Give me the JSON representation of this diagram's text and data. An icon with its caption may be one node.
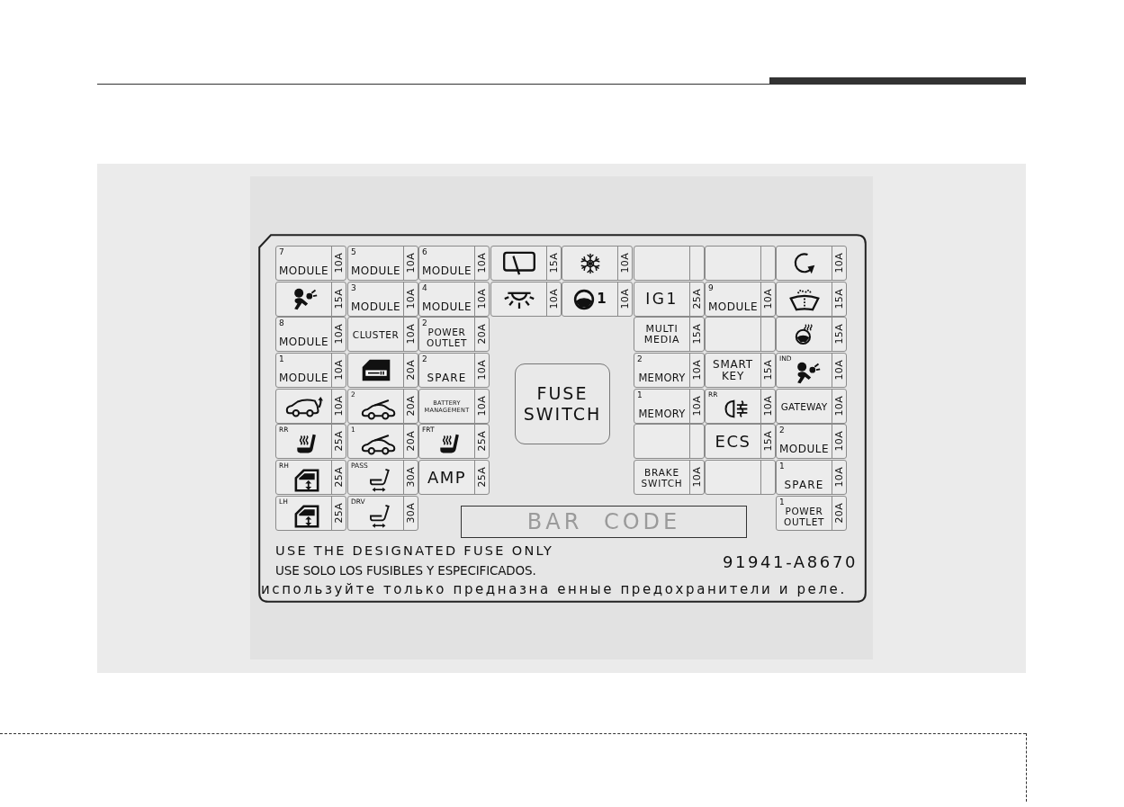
{
  "diagram": {
    "nodes": [
      {
        "text": [
          "USE THE DESIGNATED FUSE ONLY",
          "91941-A8670",
          "USE SOLO LOS FUSIBLES Y ESPECIFICADOS.",
          "используйте только предназна енные предохранители и реле."
        ]
      },
      {
        "text": [
          "7",
          "MODULE",
          "10A"
        ],
        "in": 0
      },
      {
        "text": [
          "5",
          "MODULE",
          "10A"
        ],
        "in": 0
      },
      {
        "text": [
          "6",
          "MODULE",
          "10A"
        ],
        "in": 0
      },
      {
        "text": [
          "15A"
        ],
        "in": 0
      },
      {
        "text": [
          "10A"
        ],
        "in": 0
      },
      {
        "text": [],
        "shape": "box",
        "in": 0
      },
      {
        "text": [],
        "shape": "box",
        "in": 0
      },
      {
        "text": [
          "10A"
        ],
        "in": 0
      },
      {
        "text": [
          "15A"
        ],
        "in": 0
      },
      {
        "text": [
          "3",
          "MODULE",
          "10A"
        ],
        "in": 0
      },
      {
        "text": [
          "4",
          "MODULE",
          "10A"
        ],
        "in": 0
      },
      {
        "text": [
          "10A"
        ],
        "in": 0
      },
      {
        "text": [
          "1",
          "10A"
        ],
        "in": 0
      },
      {
        "text": [
          "IG1",
          "25A"
        ],
        "in": 0
      },
      {
        "text": [
          "9",
          "MODULE",
          "10A"
        ],
        "in": 0
      },
      {
        "text": [
          "15A"
        ],
        "in": 0
      },
      {
        "text": [
          "8",
          "MODULE",
          "10A"
        ],
        "in": 0
      },
      {
        "text": [
          "CLUSTER",
          "10A"
        ],
        "in": 0
      },
      {
        "text": [
          "2",
          "POWER OUTLET",
          "20A"
        ],
        "in": 0
      },
      {
        "text": [
          "FUSE SWITCH"
        ],
        "in": 0
      },
      {
        "text": [
          "MULTI MEDIA",
          "15A"
        ],
        "in": 0
      },
      {
        "text": [],
        "shape": "box",
        "in": 0
      },
      {
        "text": [
          "15A"
        ],
        "in": 0
      },
      {
        "text": [
          "1",
          "MODULE",
          "10A"
        ],
        "in": 0
      },
      {
        "text": [
          "20A"
        ],
        "in": 0
      },
      {
        "text": [
          "2",
          "SPARE",
          "10A"
        ],
        "in": 0
      },
      {
        "text": [
          "2",
          "MEMORY",
          "10A"
        ],
        "in": 0
      },
      {
        "text": [
          "SMART KEY",
          "15A"
        ],
        "in": 0
      },
      {
        "text": [
          "IND",
          "10A"
        ],
        "in": 0
      },
      {
        "text": [
          "10A"
        ],
        "in": 0
      },
      {
        "text": [
          "2",
          "20A"
        ],
        "in": 0
      },
      {
        "text": [
          "BATTERY MANAGEMENT",
          "10A"
        ],
        "in": 0
      },
      {
        "text": [
          "1",
          "MEMORY",
          "10A"
        ],
        "in": 0
      },
      {
        "text": [
          "RR",
          "10A"
        ],
        "in": 0
      },
      {
        "text": [
          "GATEWAY",
          "10A"
        ],
        "in": 0
      },
      {
        "text": [
          "RR",
          "25A"
        ],
        "in": 0
      },
      {
        "text": [
          "1",
          "20A"
        ],
        "in": 0
      },
      {
        "text": [
          "FRT",
          "25A"
        ],
        "in": 0
      },
      {
        "text": [],
        "shape": "box",
        "in": 0
      },
      {
        "text": [
          "ECS",
          "15A"
        ],
        "in": 0
      },
      {
        "text": [
          "2",
          "MODULE",
          "10A"
        ],
        "in": 0
      },
      {
        "text": [
          "RH",
          "25A"
        ],
        "in": 0
      },
      {
        "text": [
          "PASS",
          "30A"
        ],
        "in": 0
      },
      {
        "text": [
          "AMP",
          "25A"
        ],
        "in": 0
      },
      {
        "text": [
          "BRAKE SWITCH",
          "10A"
        ],
        "in": 0
      },
      {
        "text": [],
        "shape": "box",
        "in": 0
      },
      {
        "text": [
          "1",
          "SPARE",
          "10A"
        ],
        "in": 0
      },
      {
        "text": [
          "LH",
          "25A"
        ],
        "in": 0
      },
      {
        "text": [
          "DRV",
          "30A"
        ],
        "in": 0
      },
      {
        "text": [
          "BAR CODE"
        ],
        "in": 0
      },
      {
        "text": [
          "1",
          "POWER OUTLET",
          "20A"
        ],
        "in": 0
      }
    ]
  }
}
